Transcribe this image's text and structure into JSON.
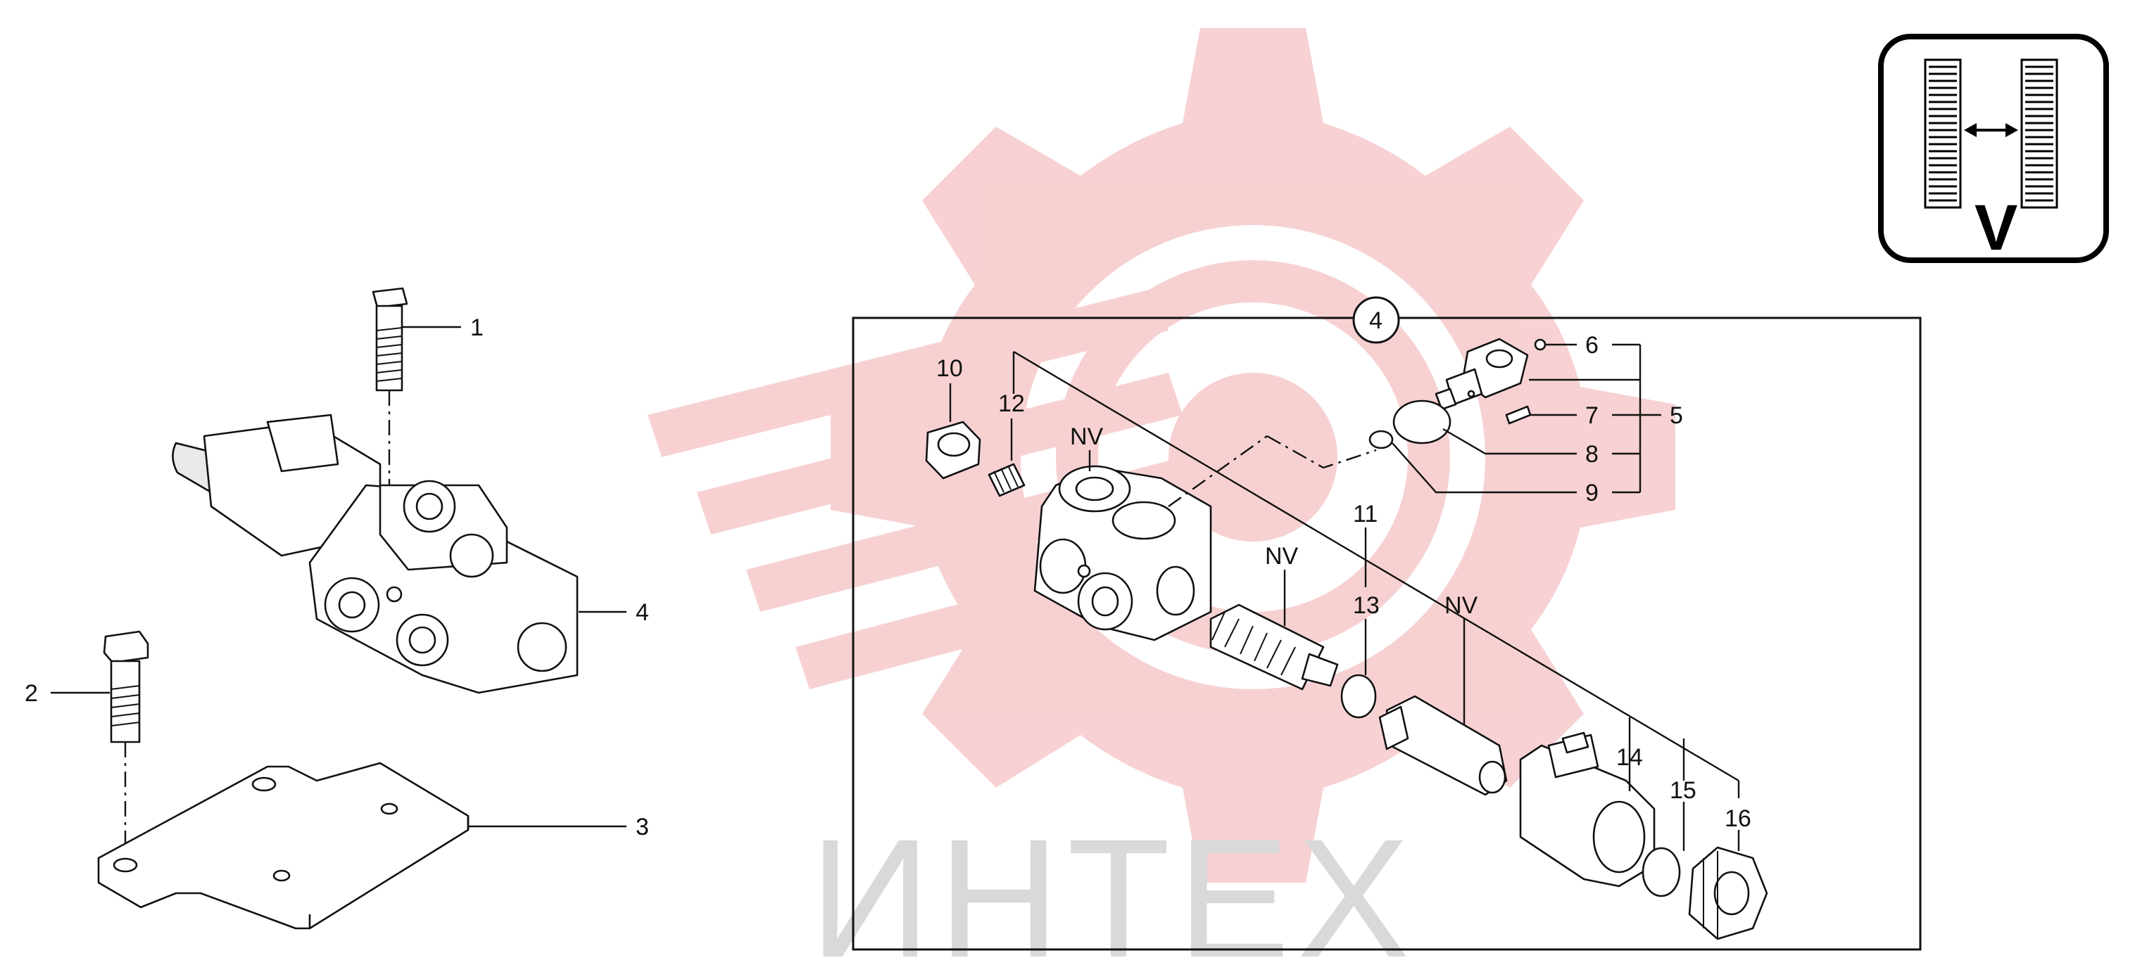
{
  "watermark": {
    "text": "ИНТЕХ",
    "gear_color": "#f6c9cb",
    "text_color": "#d9d9d9"
  },
  "symbol": {
    "letter": "V"
  },
  "detail_group": {
    "label": "4"
  },
  "callouts": {
    "c1": "1",
    "c2": "2",
    "c3": "3",
    "c4": "4",
    "c5": "5",
    "c6": "6",
    "c7": "7",
    "c8": "8",
    "c9": "9",
    "c10": "10",
    "c11": "11",
    "c12": "12",
    "c13": "13",
    "c14": "14",
    "c15": "15",
    "c16": "16",
    "nv1": "NV",
    "nv2": "NV",
    "nv3": "NV"
  }
}
